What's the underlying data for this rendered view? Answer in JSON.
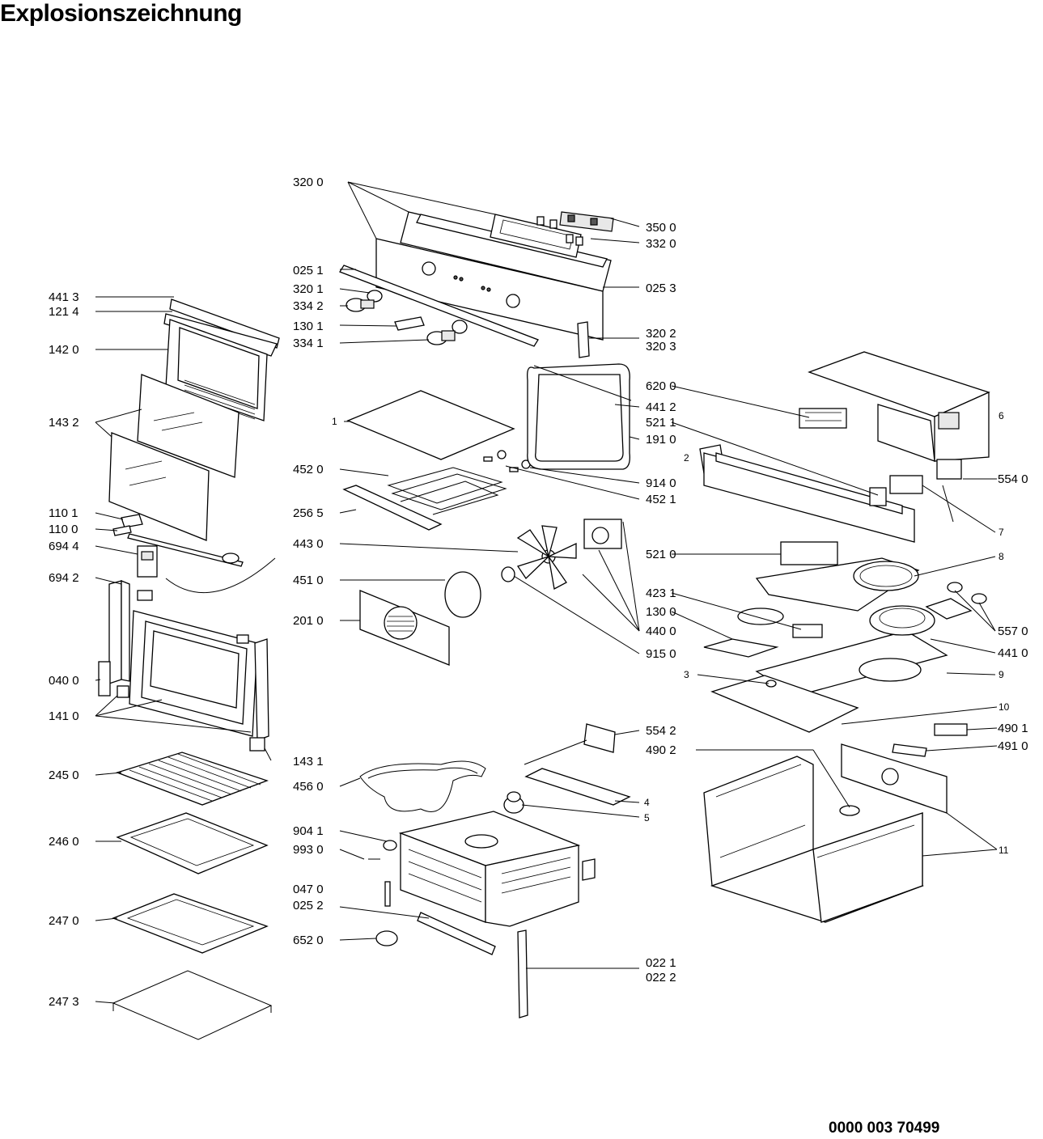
{
  "title": "Explosionszeichnung",
  "doc_number": "0000 003 70499",
  "labels": {
    "l3200": "320 0",
    "l3500": "350 0",
    "l3320": "332 0",
    "l0251": "025 1",
    "l0253": "025 3",
    "l3201": "320 1",
    "l3342": "334 2",
    "l1301": "130 1",
    "l3202": "320 2",
    "l3341": "334 1",
    "l3203": "320 3",
    "l4413": "441 3",
    "l1214": "121 4",
    "l1420": "142 0",
    "l1432": "143 2",
    "l1101": "110 1",
    "l1100": "110 0",
    "l6944": "694 4",
    "l6942": "694 2",
    "l0400": "040 0",
    "l1410": "141 0",
    "l1431": "143 1",
    "l2450": "245 0",
    "l2460": "246 0",
    "l2470": "247 0",
    "l2473": "247 3",
    "l1": "1",
    "l4520": "452 0",
    "l2565": "256 5",
    "l4430": "443 0",
    "l4510": "451 0",
    "l2010": "201 0",
    "l6200": "620 0",
    "l4412": "441 2",
    "l5211": "521 1",
    "l1910": "191 0",
    "l9140": "914 0",
    "l4521": "452 1",
    "l5210": "521 0",
    "l4231": "423 1",
    "l1300": "130 0",
    "l4400": "440 0",
    "l9150": "915 0",
    "l6": "6",
    "l2": "2",
    "l5540": "554 0",
    "l7": "7",
    "l8": "8",
    "l5570": "557 0",
    "l4410": "441 0",
    "l3": "3",
    "l9": "9",
    "l10": "10",
    "l5542": "554 2",
    "l4902": "490 2",
    "l4901": "490 1",
    "l4910": "491 0",
    "l4560": "456 0",
    "l4": "4",
    "l5": "5",
    "l11": "11",
    "l9041": "904 1",
    "l9930": "993 0",
    "l0470": "047 0",
    "l0252": "025 2",
    "l6520": "652 0",
    "l0221": "022 1",
    "l0222": "022 2"
  }
}
